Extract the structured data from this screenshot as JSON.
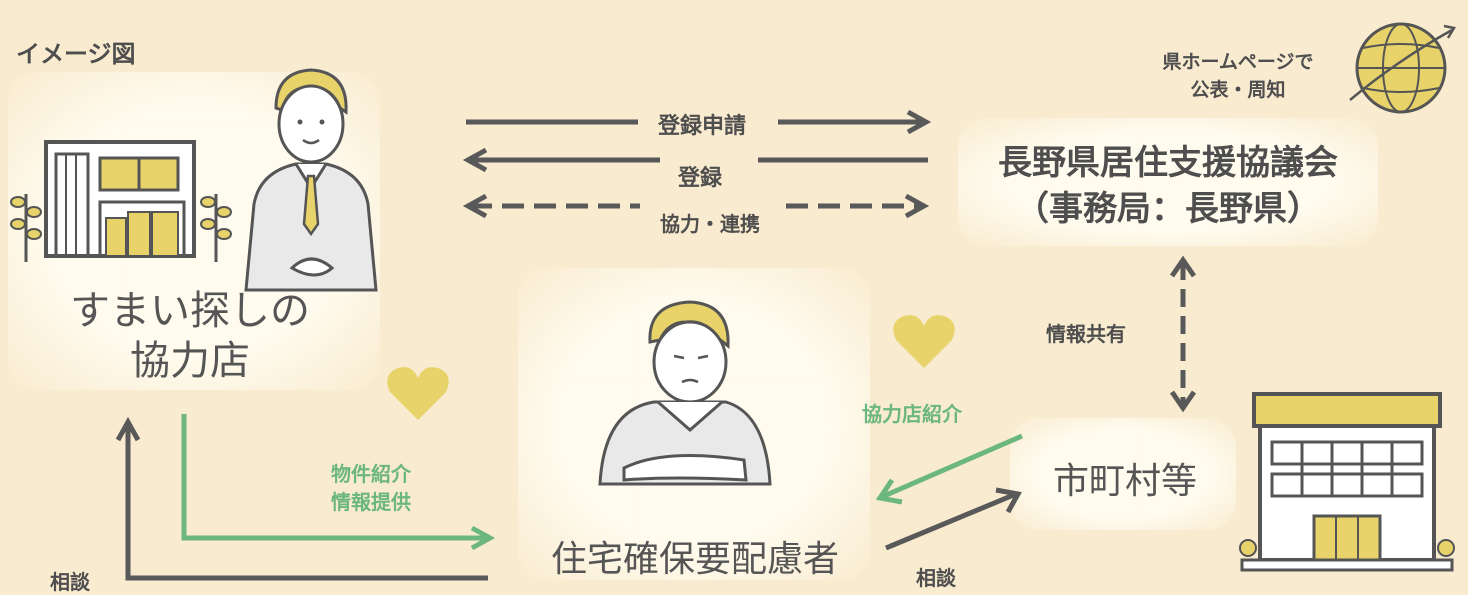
{
  "title": "イメージ図",
  "nodes": {
    "partner_store": {
      "line1": "すまい探しの",
      "line2": "協力店"
    },
    "council": {
      "line1": "長野県居住支援協議会",
      "line2": "（事務局：長野県）"
    },
    "resident": {
      "label": "住宅確保要配慮者"
    },
    "municipality": {
      "label": "市町村等"
    }
  },
  "publish_note": {
    "line1": "県ホームページで",
    "line2": "公表・周知"
  },
  "arrows": {
    "registration_application": "登録申請",
    "registration": "登録",
    "cooperation": "協力・連携",
    "info_sharing": "情報共有",
    "store_introduction": "協力店紹介",
    "property_intro_line1": "物件紹介",
    "property_intro_line2": "情報提供",
    "consult_left": "相談",
    "consult_right": "相談"
  },
  "colors": {
    "background": "#f9ebcf",
    "arrow_dark": "#595959",
    "arrow_green": "#6cb77e",
    "accent_yellow": "#e8d36a"
  },
  "icons": [
    "building-icon",
    "businessman-icon",
    "worried-person-icon",
    "globe-icon",
    "heart-icon",
    "municipal-office-icon",
    "plant-icon"
  ]
}
